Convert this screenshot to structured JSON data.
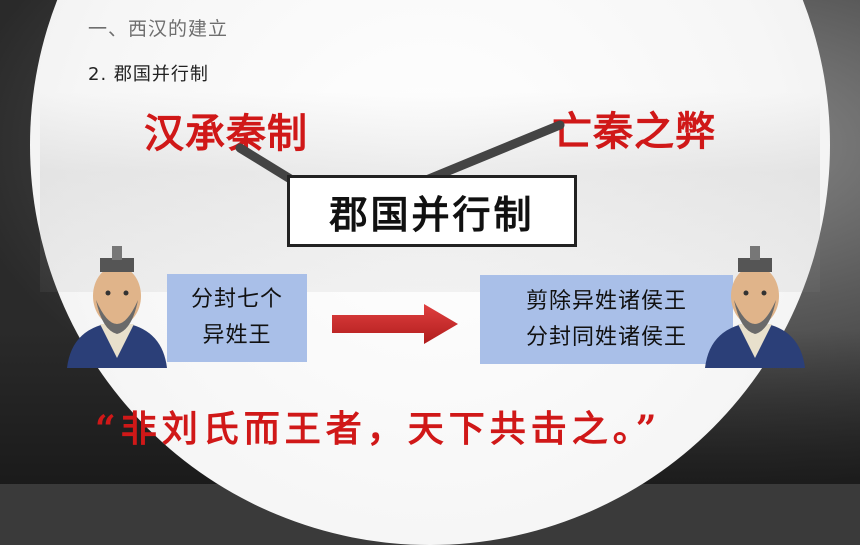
{
  "section": {
    "title": "一、西汉的建立"
  },
  "subsection": {
    "title": "2. 郡国并行制"
  },
  "concepts": {
    "left": "汉承秦制",
    "right": "亡秦之弊",
    "center": "郡国并行制"
  },
  "process": {
    "before_line1": "分封七个",
    "before_line2": "异姓王",
    "after_line1": "剪除异姓诸侯王",
    "after_line2": "分封同姓诸侯王"
  },
  "quote": {
    "text": "“非刘氏而王者，天下共击之。”"
  },
  "colors": {
    "accent_red": "#d01818",
    "box_blue": "#a9bfe8",
    "arrow_red": "#c62828",
    "arrow_gray": "#444444"
  },
  "icons": {
    "left_portrait": "emperor-portrait-icon",
    "right_portrait": "emperor-portrait-icon",
    "center_arrow": "arrow-right-icon"
  }
}
